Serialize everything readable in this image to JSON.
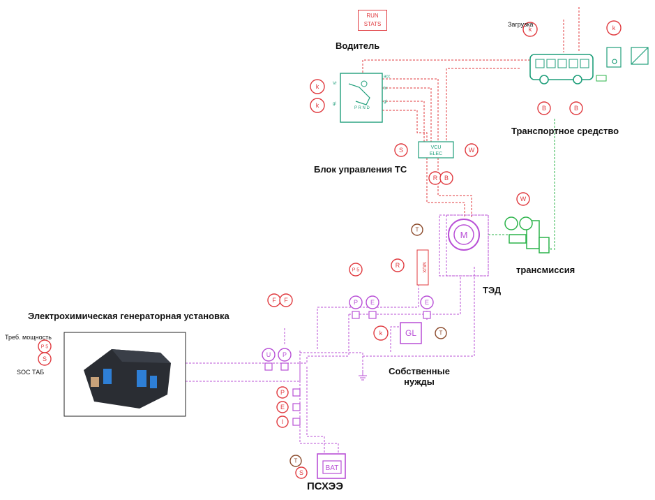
{
  "run_button": {
    "line1": "RUN",
    "line2": "STATS"
  },
  "labels": {
    "driver": "Водитель",
    "vehicle": "Транспортное средство",
    "load": "Загрузка",
    "vcu_block": "Блок управления ТС",
    "transmission": "трансмиссия",
    "motor": "ТЭД",
    "generator": "Электрохимическая генераторная установка",
    "aux": "Собственные нужды",
    "aux_line1": "Собственные",
    "aux_line2": "нужды",
    "storage": "ПСХЭЭ",
    "power_req": "Треб. мощность",
    "soc": "SOC ТАБ"
  },
  "blocks": {
    "vcu_line1": "VCU",
    "vcu_line2": "ELEC",
    "bat": "BAT",
    "gl": "GL",
    "mux": "MUX",
    "driver_ports": [
      "acc",
      "br",
      "gl"
    ],
    "driver_in": [
      "Vr",
      "gl"
    ],
    "driver_gears": "P R N D"
  },
  "sensors": {
    "k": "k",
    "s": "S",
    "p5": "P 5",
    "t": "T",
    "b": "B",
    "r": "R",
    "w": "W",
    "p": "P",
    "e": "E",
    "u": "U",
    "i": "I",
    "f": "F"
  },
  "colors": {
    "signal": "#e0393e",
    "mechanical": "#2bb34a",
    "electrical": "#b84fd6",
    "thermal": "#8b4a2b",
    "driver": "#1e9e7a"
  }
}
